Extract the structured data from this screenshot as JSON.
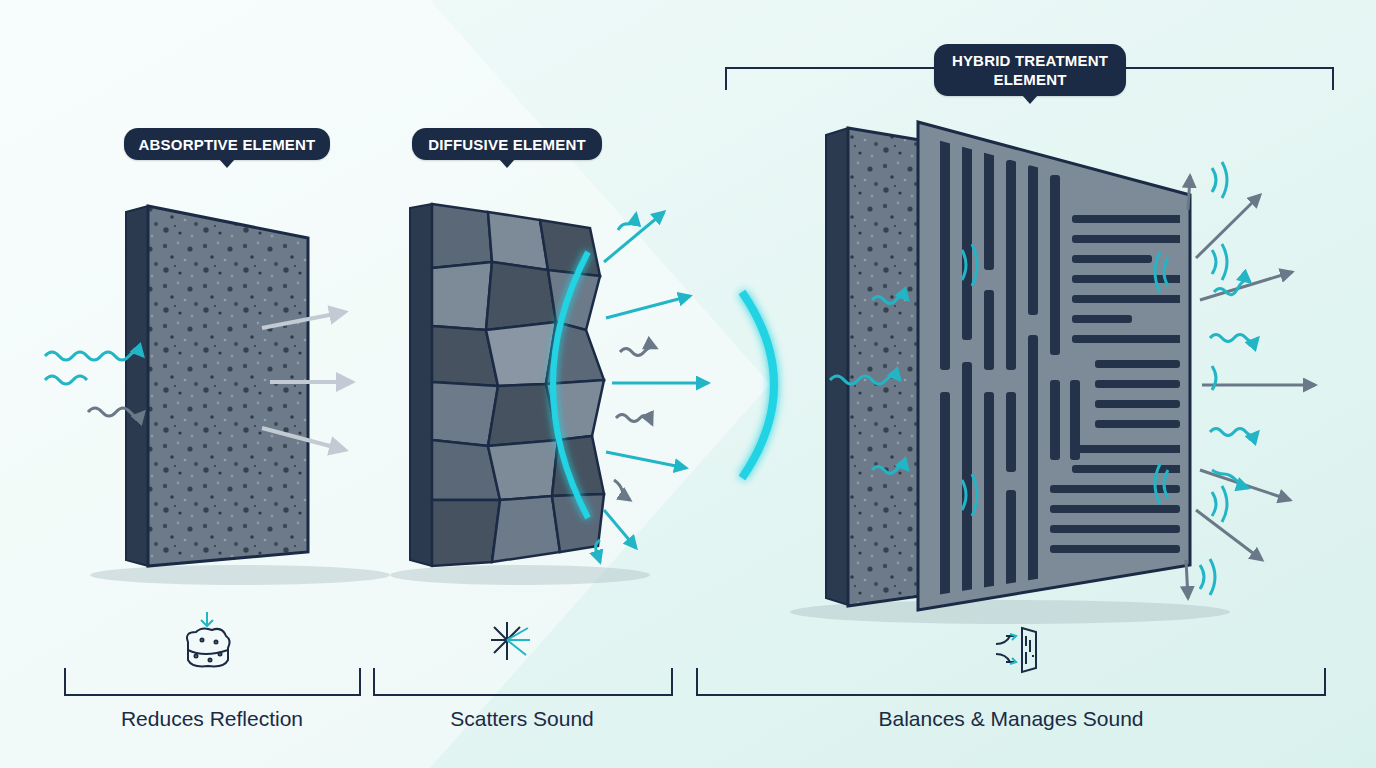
{
  "diagram": {
    "nodes": [
      {
        "text": [
          "ABSORPTIVE ELEMENT"
        ]
      },
      {
        "text": [
          "DIFFUSIVE ELEMENT"
        ]
      },
      {
        "text": [
          "HYBRID TREATMENT ELEMENT"
        ]
      }
    ],
    "labels": [
      "Reduces Reflection",
      "Scatters Sound",
      "Balances & Manages Sound"
    ]
  }
}
